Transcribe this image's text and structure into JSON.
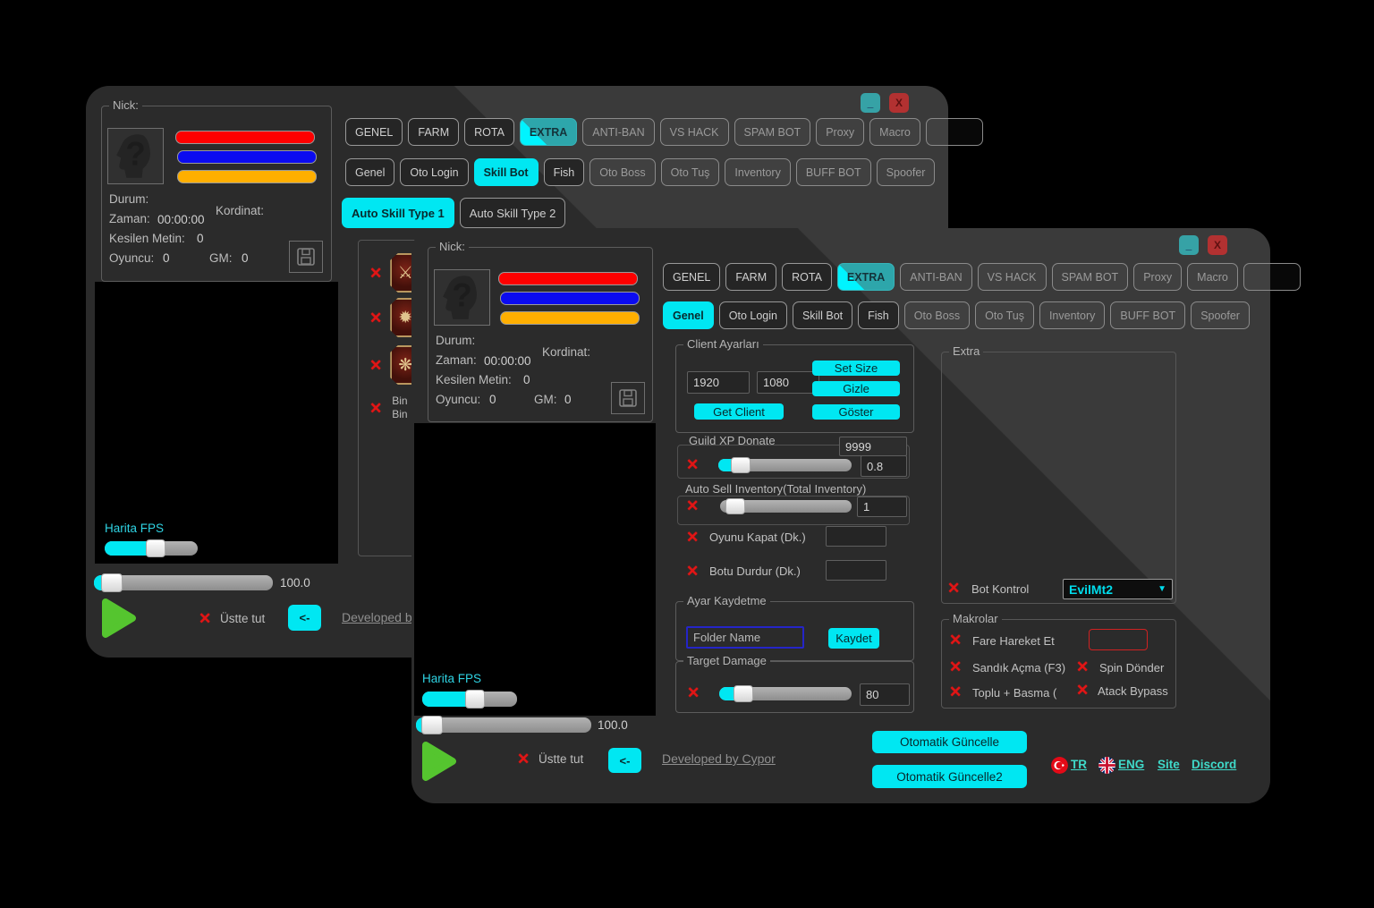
{
  "colors": {
    "accent_cyan": "#00e7f2",
    "accent_teal": "#2da6ab",
    "close_red": "#b23131",
    "x_red": "#e21515",
    "play_green": "#55c52f",
    "bar_red": "#fe0000",
    "bar_blue": "#0b0bf0",
    "bar_orange": "#ffaf00",
    "link_cyan": "#3fd9c9",
    "map_fps_cyan": "#2fd3e3"
  },
  "icons": {
    "x_mark": "✕",
    "dropdown_arrow": "▼",
    "avatar_question": "?"
  },
  "window_controls": {
    "minimize": "_",
    "close": "X"
  },
  "nick": {
    "title": "Nick:",
    "durum": "Durum:",
    "zaman_label": "Zaman:",
    "zaman_value": "00:00:00",
    "kordinat": "Kordinat:",
    "kesilen_label": "Kesilen Metin:",
    "kesilen_value": "0",
    "oyuncu_label": "Oyuncu:",
    "oyuncu_value": "0",
    "gm_label": "GM:",
    "gm_value": "0"
  },
  "tabs": {
    "main": [
      "GENEL",
      "FARM",
      "ROTA",
      "EXTRA",
      "ANTI-BAN",
      "VS HACK",
      "SPAM BOT",
      "Proxy",
      "Macro",
      ""
    ],
    "sub": [
      "Genel",
      "Oto Login",
      "Skill Bot",
      "Fish",
      "Oto Boss",
      "Oto Tuş",
      "Inventory",
      "BUFF BOT",
      "Spoofer"
    ],
    "skill": [
      "Auto Skill Type 1",
      "Auto Skill Type 2"
    ]
  },
  "back_window": {
    "skills": {
      "icons": [
        {
          "glyph": "⚔"
        },
        {
          "glyph": "✹"
        },
        {
          "glyph": "❋"
        }
      ],
      "bin_line1": "Bin",
      "bin_line2": "Bin"
    }
  },
  "genel_tab": {
    "client": {
      "title": "Client Ayarları",
      "width": "1920",
      "height": "1080",
      "set_size": "Set Size",
      "gizle": "Gizle",
      "get_client": "Get Client",
      "goster": "Göster"
    },
    "guild": {
      "title": "Guild XP Donate",
      "amount": "9999",
      "value": "0.8"
    },
    "auto_sell": {
      "title": "Auto Sell Inventory(Total Inventory)",
      "value": "1"
    },
    "oyunu_kapat": {
      "label": "Oyunu Kapat (Dk.)",
      "value": ""
    },
    "botu_durdur": {
      "label": "Botu Durdur (Dk.)",
      "value": ""
    },
    "ayar": {
      "title": "Ayar Kaydetme",
      "folder_placeholder": "Folder Name",
      "kaydet": "Kaydet"
    },
    "target": {
      "title": "Target Damage",
      "value": "80"
    },
    "extra": {
      "title": "Extra",
      "bot_kontrol": "Bot Kontrol",
      "dropdown_value": "EvilMt2"
    },
    "makrolar": {
      "title": "Makrolar",
      "fare": "Fare Hareket Et",
      "fare_value": "",
      "sandik": "Sandık Açma (F3)",
      "spin": "Spin Dönder",
      "toplu": "Toplu + Basma (",
      "atack": "Atack Bypass"
    }
  },
  "footer": {
    "harita_fps": "Harita FPS",
    "slider_value": "100.0",
    "ustte_tut": "Üstte tut",
    "back_button": "<-",
    "developed": "Developed by Cypor"
  },
  "bottom_bar": {
    "update1": "Otomatik Güncelle",
    "update2": "Otomatik Güncelle2",
    "tr": "TR",
    "eng": "ENG",
    "site": "Site",
    "discord": "Discord"
  }
}
